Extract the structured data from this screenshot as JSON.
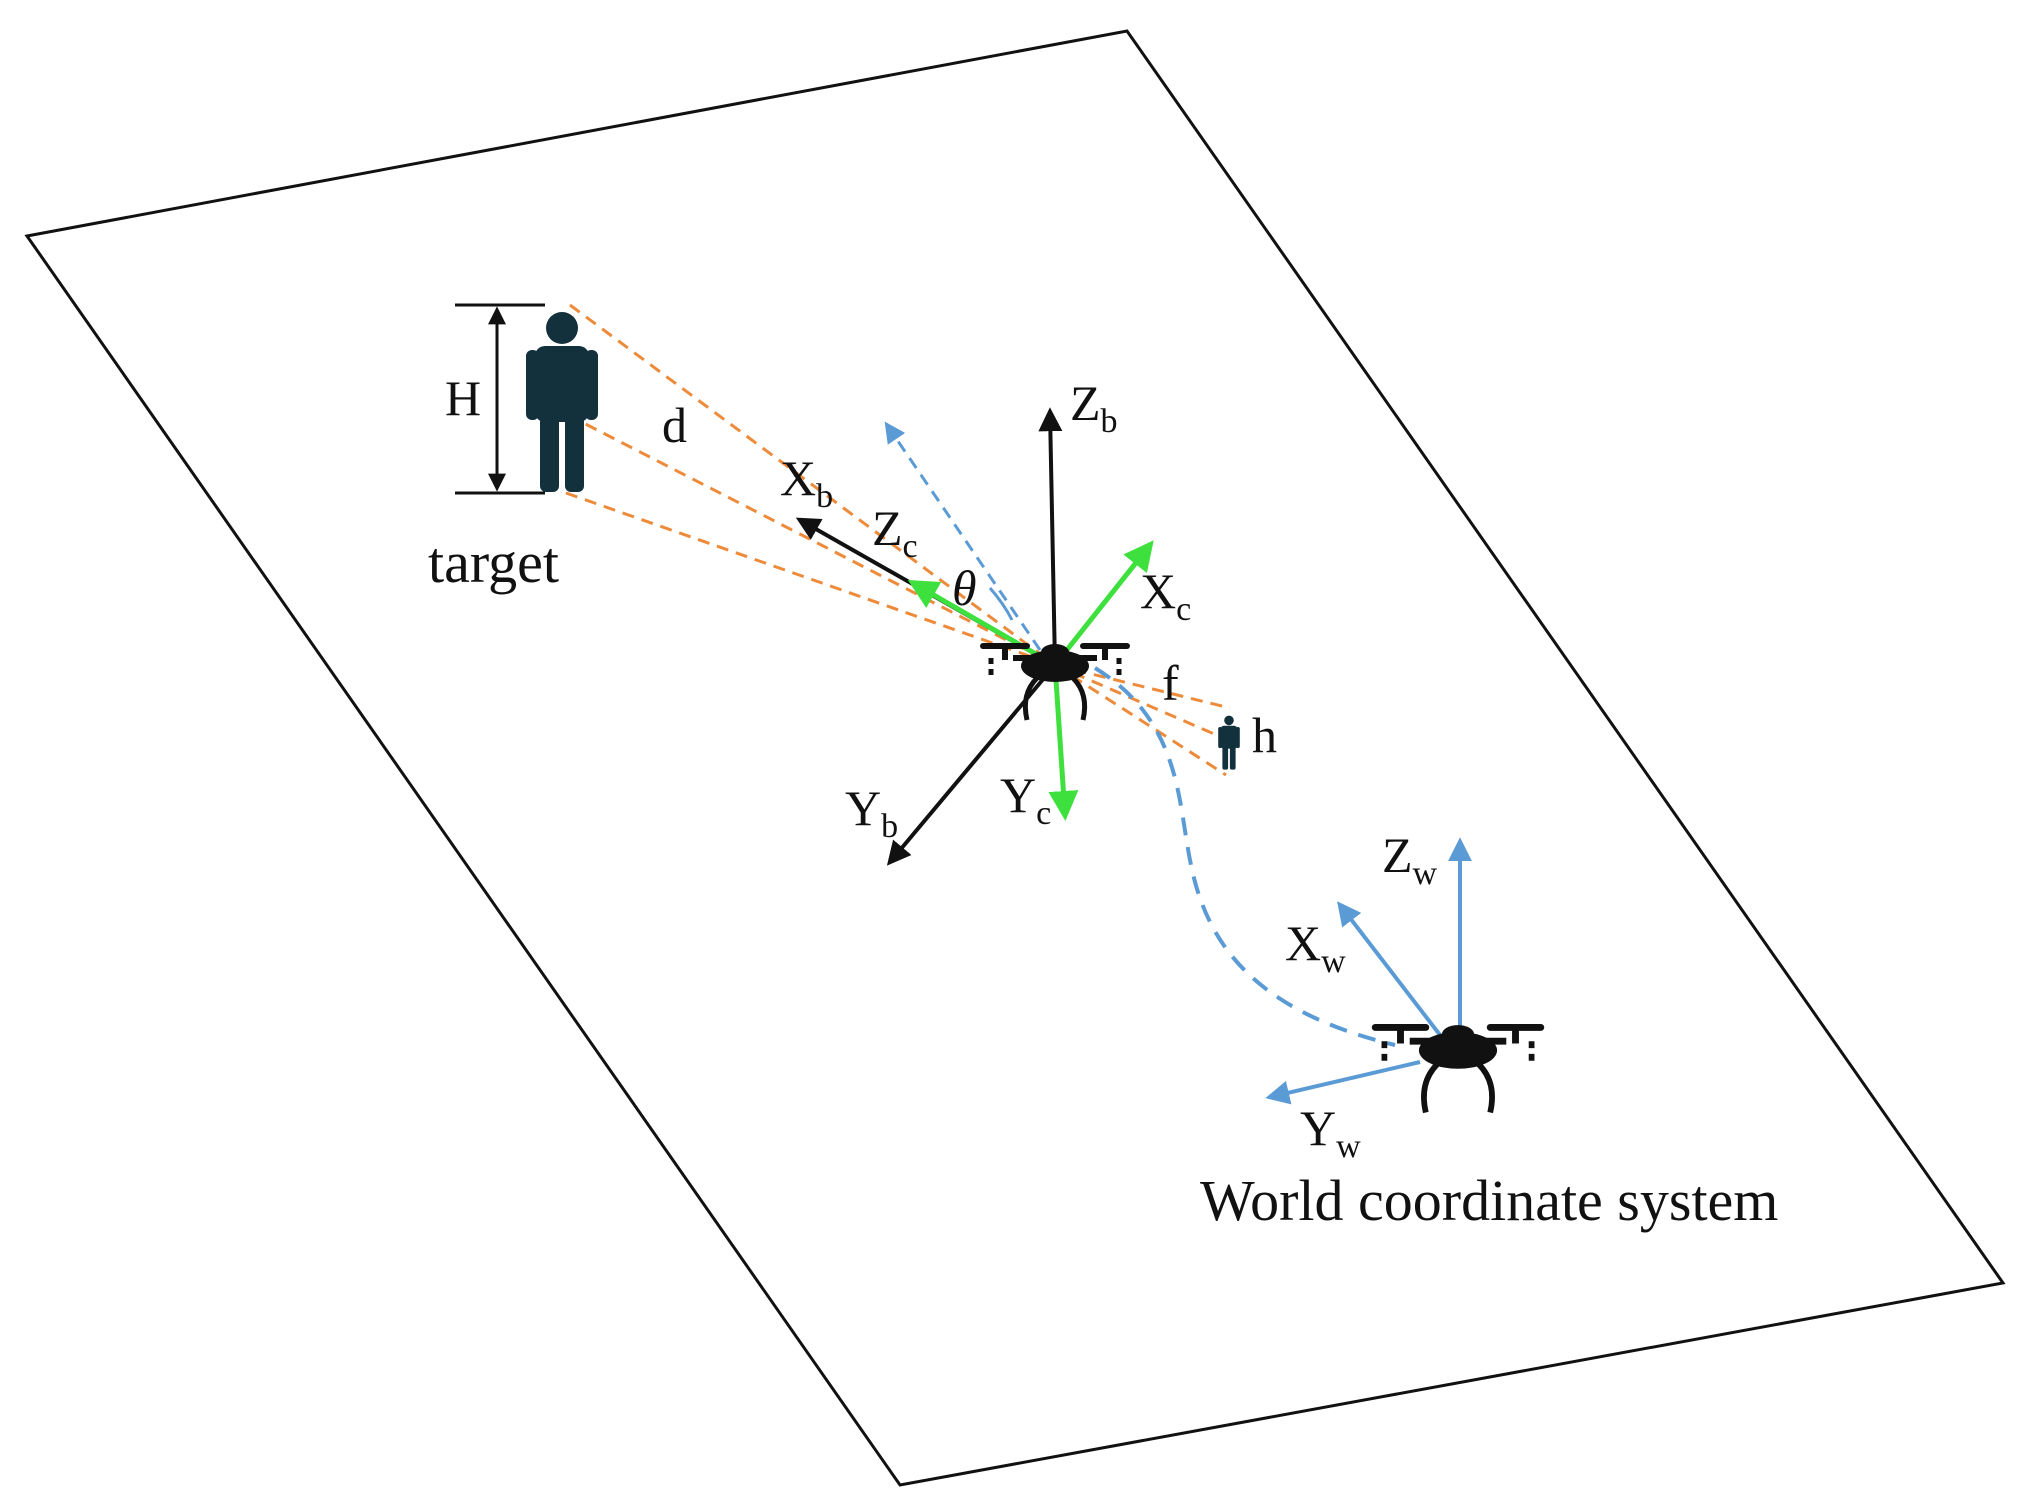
{
  "labels": {
    "H": "H",
    "d": "d",
    "target": "target",
    "theta": "θ",
    "f": "f",
    "h": "h",
    "world_caption": "World coordinate system"
  },
  "axes": {
    "body": {
      "x": {
        "main": "X",
        "sub": "b"
      },
      "y": {
        "main": "Y",
        "sub": "b"
      },
      "z": {
        "main": "Z",
        "sub": "b"
      }
    },
    "camera": {
      "x": {
        "main": "X",
        "sub": "c"
      },
      "y": {
        "main": "Y",
        "sub": "c"
      },
      "z": {
        "main": "Z",
        "sub": "c"
      }
    },
    "world": {
      "x": {
        "main": "X",
        "sub": "w"
      },
      "y": {
        "main": "Y",
        "sub": "w"
      },
      "z": {
        "main": "Z",
        "sub": "w"
      }
    }
  },
  "colors": {
    "plane_outline": "#111111",
    "body_axes": "#111111",
    "camera_axes": "#3ee03e",
    "world_axes": "#5b9bd5",
    "sight_lines": "#ed8b3a",
    "trajectory": "#5b9bd5",
    "figure": "#13303d"
  },
  "icons": {
    "target_person": "person-icon",
    "image_person": "person-icon",
    "drone": "quadcopter-icon"
  }
}
